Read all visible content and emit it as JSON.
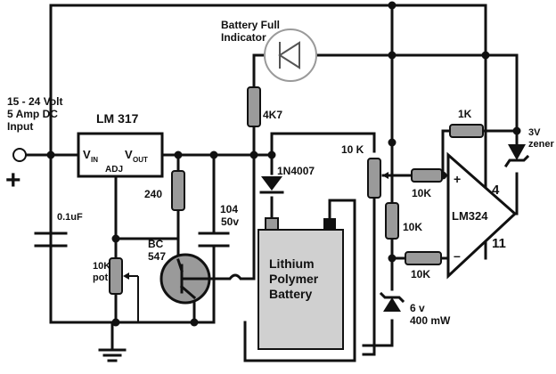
{
  "labels": {
    "input": [
      "15 - 24 Volt",
      "5 Amp DC",
      "Input"
    ],
    "regulator": "LM 317",
    "vin": "V",
    "vin_sub": "IN",
    "vout": "V",
    "vout_sub": "OUT",
    "adj": "ADJ",
    "cap_in": "0.1uF",
    "res_240": "240",
    "cap_104": [
      "104",
      "50v"
    ],
    "transistor": [
      "BC",
      "547"
    ],
    "pot_10k": [
      "10K",
      "pot"
    ],
    "led_label": [
      "Battery Full",
      "Indicator"
    ],
    "res_4k7": "4K7",
    "diode": "1N4007",
    "battery": [
      "Lithium",
      "Polymer",
      "Battery"
    ],
    "pot_10k_2": "10 K",
    "res_10k_a": "10K",
    "res_10k_b": "10K",
    "res_10k_c": "10K",
    "zener_6v": [
      "6 v",
      "400 mW"
    ],
    "opamp": "LM324",
    "pin_plus": "+",
    "pin_minus": "–",
    "pin_4": "4",
    "pin_11": "11",
    "res_1k": "1K",
    "zener_3v": [
      "3V",
      "zener"
    ],
    "plus_sign": "+"
  }
}
